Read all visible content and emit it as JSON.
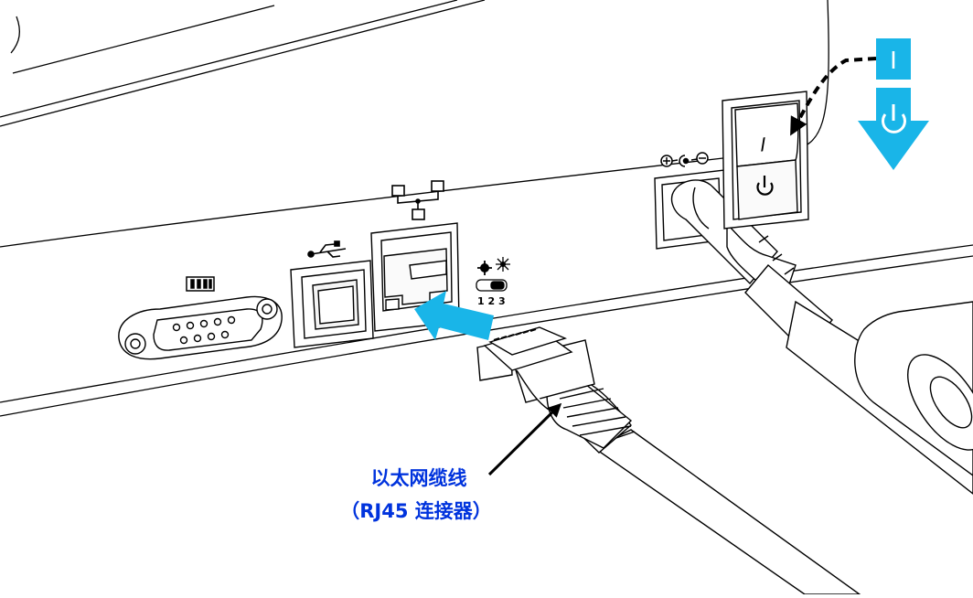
{
  "diagram": {
    "callout": {
      "line1": "以太网缆线",
      "line2": "（RJ45 连接器）",
      "color": "#0033dd"
    },
    "power_switch": {
      "on_symbol": "I",
      "on_badge_color": "#19b5e8",
      "off_arrow_color": "#19b5e8",
      "off_icon": "power-icon"
    },
    "dip_switch_digits": "1 2 3",
    "accent_insert_arrow_color": "#19b5e8"
  }
}
